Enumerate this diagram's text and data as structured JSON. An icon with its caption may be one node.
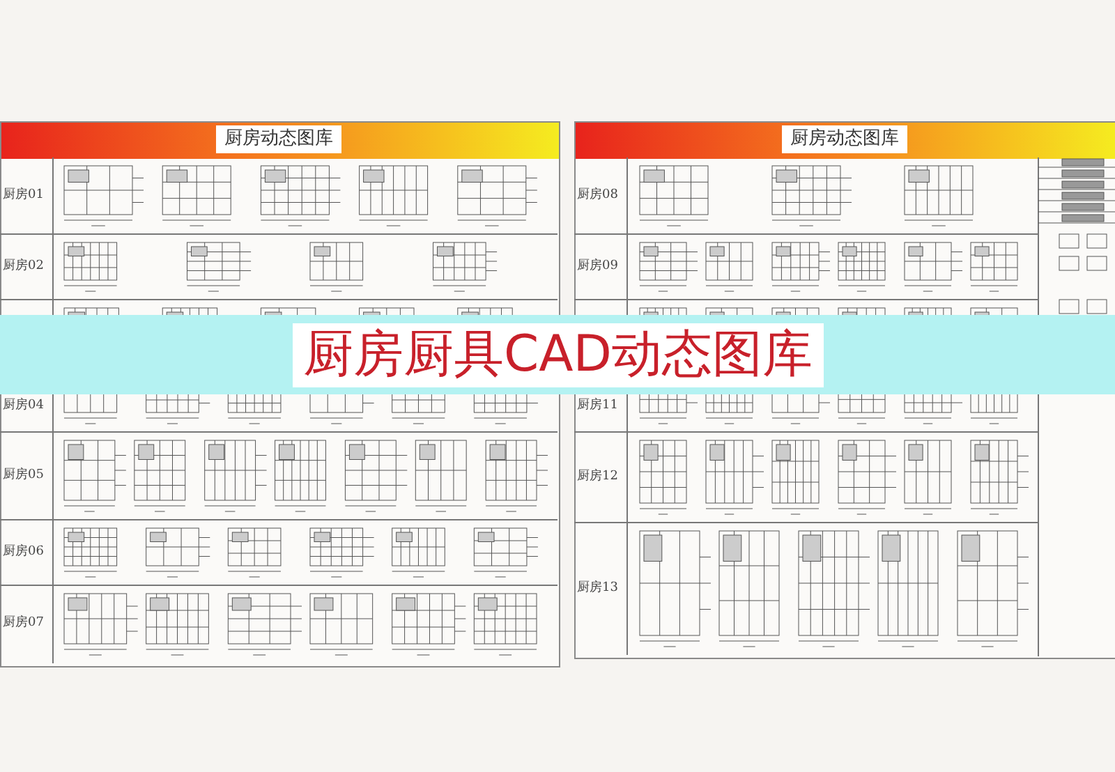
{
  "diagram": {
    "title": "厨房厨具CAD动态图库",
    "labels": [
      "厨房动态图库",
      "厨房01",
      "厨房02",
      "厨房04",
      "厨房05",
      "厨房06",
      "厨房07",
      "厨房动态图库",
      "厨房08",
      "厨房09",
      "厨房11",
      "厨房12",
      "厨房13"
    ]
  }
}
